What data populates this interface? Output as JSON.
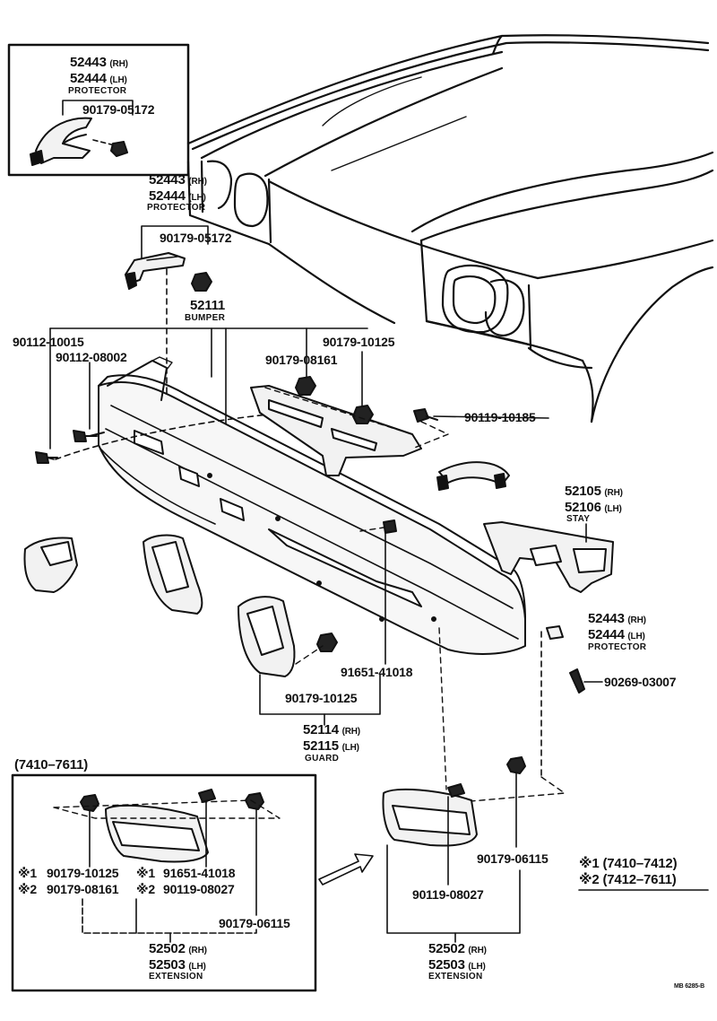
{
  "diagram": {
    "inset_top": {
      "part_rh": "52443",
      "rh": "(RH)",
      "part_lh": "52444",
      "lh": "(LH)",
      "name": "PROTECTOR",
      "nut": "90179-05172"
    },
    "protector_upper": {
      "part_rh": "52443",
      "rh": "(RH)",
      "part_lh": "52444",
      "lh": "(LH)",
      "name": "PROTECTOR",
      "nut": "90179-05172"
    },
    "bumper": {
      "part": "52111",
      "name": "BUMPER",
      "bolt_a": "90112-10015",
      "bolt_b": "90112-08002",
      "nut_a": "90179-10125",
      "nut_b": "90179-08161",
      "bolt_c": "90119-10185"
    },
    "stay": {
      "part_rh": "52105",
      "rh": "(RH)",
      "part_lh": "52106",
      "lh": "(LH)",
      "name": "STAY"
    },
    "protector_right": {
      "part_rh": "52443",
      "rh": "(RH)",
      "part_lh": "52444",
      "lh": "(LH)",
      "name": "PROTECTOR",
      "clip": "90269-03007"
    },
    "guard": {
      "bolt": "91651-41018",
      "nut": "90179-10125",
      "part_rh": "52114",
      "rh": "(RH)",
      "part_lh": "52115",
      "lh": "(LH)",
      "name": "GUARD"
    },
    "inset_bottom": {
      "period": "(7410–7611)",
      "mark1": "※1",
      "mark2": "※2",
      "nut1": "90179-10125",
      "nut2": "90179-08161",
      "mark1b": "※1",
      "mark2b": "※2",
      "bolt1": "91651-41018",
      "bolt2": "90119-08027",
      "nut3": "90179-06115",
      "part_rh": "52502",
      "rh": "(RH)",
      "part_lh": "52503",
      "lh": "(LH)",
      "name": "EXTENSION"
    },
    "extension_right": {
      "nut": "90179-06115",
      "bolt": "90119-08027",
      "part_rh": "52502",
      "rh": "(RH)",
      "part_lh": "52503",
      "lh": "(LH)",
      "name": "EXTENSION"
    },
    "legend": {
      "row1": "※1  (7410–7412)",
      "row2": "※2  (7412–7611)"
    },
    "ref_code": "MB 6285-B"
  },
  "colors": {
    "ink": "#111111",
    "paper": "#ffffff",
    "shade": "#d9d9d9"
  }
}
